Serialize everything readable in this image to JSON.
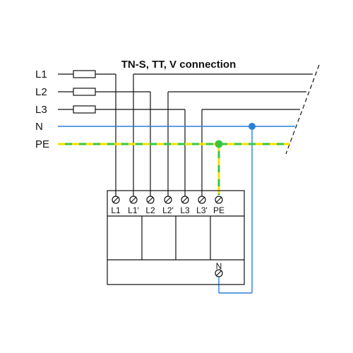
{
  "title": "TN-S, TT, V connection",
  "lines": [
    {
      "label": "L1"
    },
    {
      "label": "L2"
    },
    {
      "label": "L3"
    },
    {
      "label": "N"
    },
    {
      "label": "PE"
    }
  ],
  "terminals": [
    {
      "label": "L1"
    },
    {
      "label": "L1'"
    },
    {
      "label": "L2"
    },
    {
      "label": "L2'"
    },
    {
      "label": "L3"
    },
    {
      "label": "L3'"
    },
    {
      "label": "PE"
    }
  ],
  "bottom_terminal": {
    "label": "N"
  },
  "colors": {
    "neutral": "#2a7fd8",
    "pe_green": "#3cc43c",
    "pe_yellow": "#f2e000"
  }
}
